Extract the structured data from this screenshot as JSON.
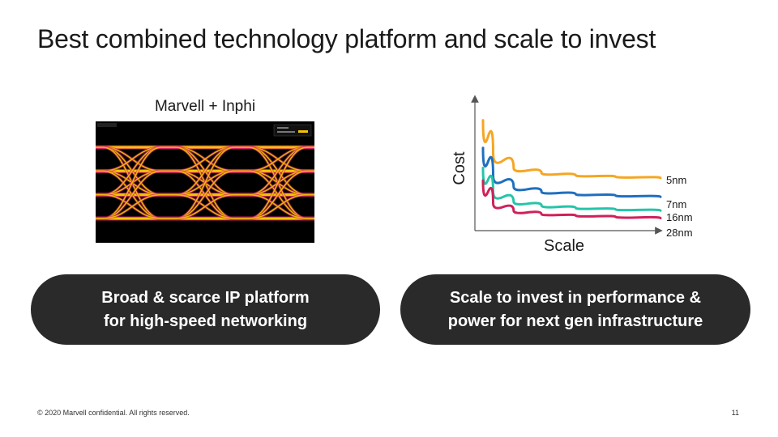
{
  "slide": {
    "title": "Best combined technology platform and scale to invest",
    "footer": "© 2020 Marvell confidential. All rights reserved.",
    "page_number": "11"
  },
  "eye_panel": {
    "caption": "Marvell + Inphi",
    "colors": {
      "background": "#000000",
      "trace": "#f5c400",
      "edge": "#d0206a"
    }
  },
  "chart_data": {
    "type": "line",
    "xlabel": "Scale",
    "ylabel": "Cost",
    "series": [
      {
        "name": "5nm",
        "color": "#f5a623",
        "values": [
          0.88,
          0.62,
          0.5,
          0.46,
          0.44,
          0.43,
          0.42
        ]
      },
      {
        "name": "7nm",
        "color": "#1f6fbf",
        "values": [
          0.66,
          0.44,
          0.35,
          0.31,
          0.29,
          0.28,
          0.27
        ]
      },
      {
        "name": "16nm",
        "color": "#26c4a8",
        "values": [
          0.5,
          0.31,
          0.23,
          0.2,
          0.18,
          0.17,
          0.16
        ]
      },
      {
        "name": "28nm",
        "color": "#d0205a",
        "values": [
          0.4,
          0.22,
          0.16,
          0.13,
          0.12,
          0.11,
          0.1
        ]
      }
    ],
    "legend": "right-end-labels"
  },
  "pills": [
    {
      "line1": "Broad & scarce IP platform",
      "line2": "for high-speed networking"
    },
    {
      "line1": "Scale to invest in performance &",
      "line2": "power for next gen infrastructure"
    }
  ]
}
